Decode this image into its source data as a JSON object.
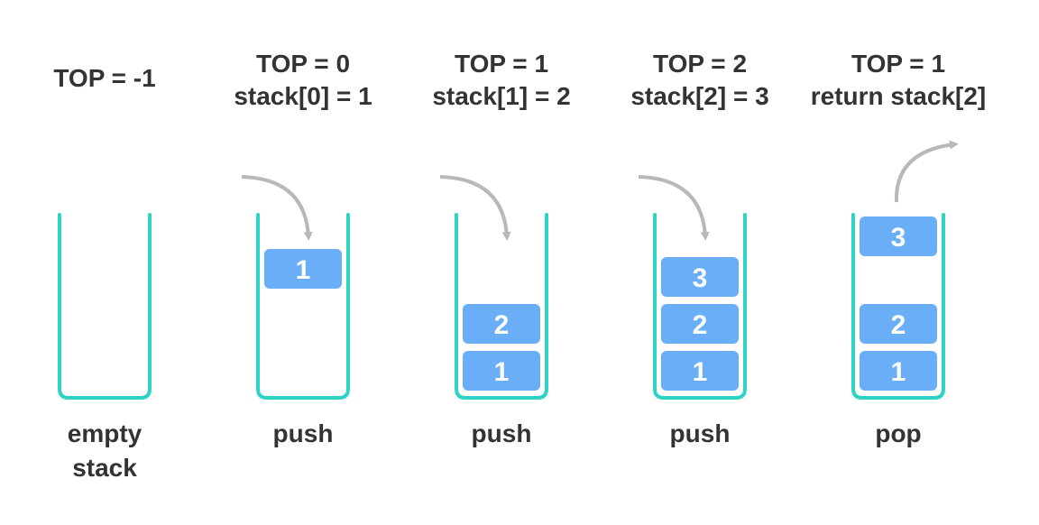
{
  "theme": {
    "container_color": "#2ed3c6",
    "block_color": "#6aaef7",
    "arrow_color": "#b8b8b8",
    "text_color": "#333333"
  },
  "stages": [
    {
      "id": "empty",
      "header": [
        "TOP = -1"
      ],
      "caption": [
        "empty",
        "stack"
      ],
      "blocks": [],
      "arrow": "none"
    },
    {
      "id": "push1",
      "header": [
        "TOP = 0",
        "stack[0] = 1"
      ],
      "caption": [
        "push"
      ],
      "blocks": [
        {
          "label": "1",
          "slot": "incoming"
        }
      ],
      "arrow": "in"
    },
    {
      "id": "push2",
      "header": [
        "TOP = 1",
        "stack[1] = 2"
      ],
      "caption": [
        "push"
      ],
      "blocks": [
        {
          "label": "2",
          "slot": 2
        },
        {
          "label": "1",
          "slot": 1
        }
      ],
      "arrow": "in"
    },
    {
      "id": "push3",
      "header": [
        "TOP = 2",
        "stack[2] = 3"
      ],
      "caption": [
        "push"
      ],
      "blocks": [
        {
          "label": "3",
          "slot": 3
        },
        {
          "label": "2",
          "slot": 2
        },
        {
          "label": "1",
          "slot": 1
        }
      ],
      "arrow": "in"
    },
    {
      "id": "pop",
      "header": [
        "TOP = 1",
        "return stack[2]"
      ],
      "caption": [
        "pop"
      ],
      "blocks": [
        {
          "label": "3",
          "slot": "outgoing"
        },
        {
          "label": "2",
          "slot": 2
        },
        {
          "label": "1",
          "slot": 1
        }
      ],
      "arrow": "out"
    }
  ]
}
